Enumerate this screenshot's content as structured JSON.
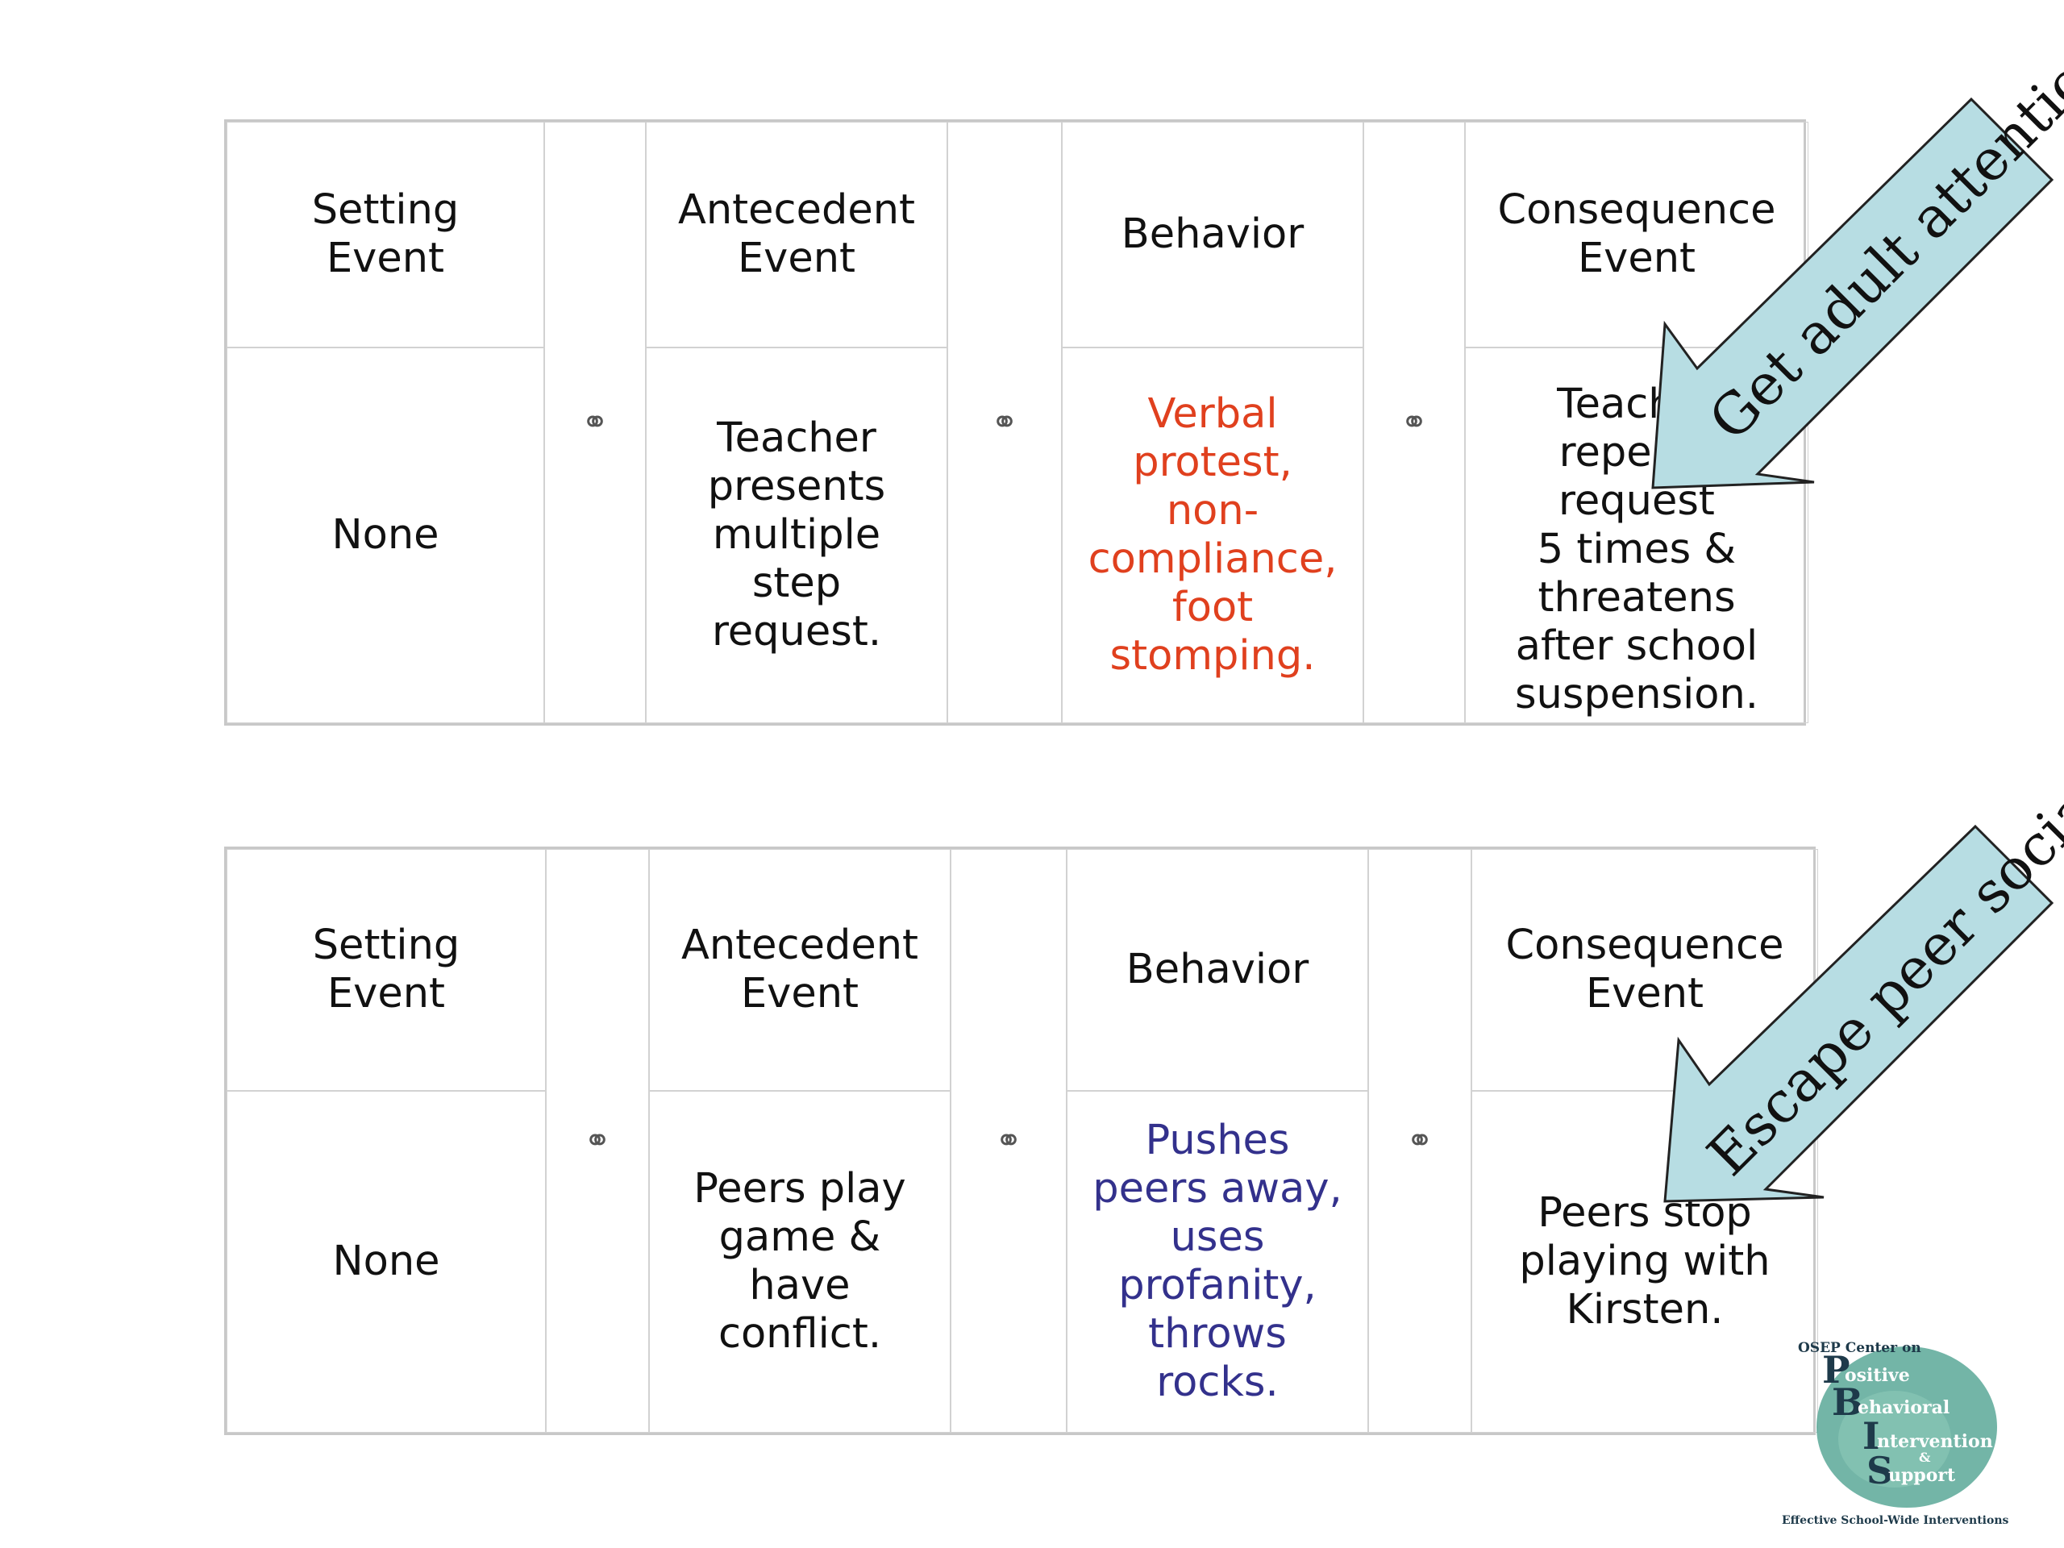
{
  "tables": [
    {
      "setting_header": "Setting\nEvent",
      "antecedent_header": "Antecedent\nEvent",
      "behavior_header": "Behavior",
      "consequence_header": "Consequence\nEvent",
      "link_glyph": "⚭",
      "setting": "None",
      "antecedent": "Teacher\npresents\nmultiple\nstep\nrequest.",
      "behavior": "Verbal\nprotest,\nnon-\ncompliance,\nfoot\nstomping.",
      "consequence": "Teacher\nrepeats\nrequest\n5 times &\nthreatens\nafter school\nsuspension.",
      "function_label": "Get adult attention"
    },
    {
      "setting_header": "Setting\nEvent",
      "antecedent_header": "Antecedent\nEvent",
      "behavior_header": "Behavior",
      "consequence_header": "Consequence\nEvent",
      "link_glyph": "⚭",
      "setting": "None",
      "antecedent": "Peers play\ngame &\nhave\nconflict.",
      "behavior": "Pushes\npeers away,\nuses\nprofanity,\nthrows\nrocks.",
      "consequence": "Peers stop\nplaying with\nKirsten.",
      "function_label": "Escape peer social"
    }
  ],
  "logo": {
    "line1": "OSEP Center on",
    "p": "ositive",
    "b": "ehavioral",
    "i": "ntervention",
    "amp": "&",
    "s": "upport",
    "tagline": "Effective School-Wide Interventions"
  },
  "colors": {
    "behavior_top": "#e0401e",
    "behavior_bottom": "#33318c",
    "arrow_fill": "#b7dde3",
    "logo_green": "#5aa898"
  }
}
